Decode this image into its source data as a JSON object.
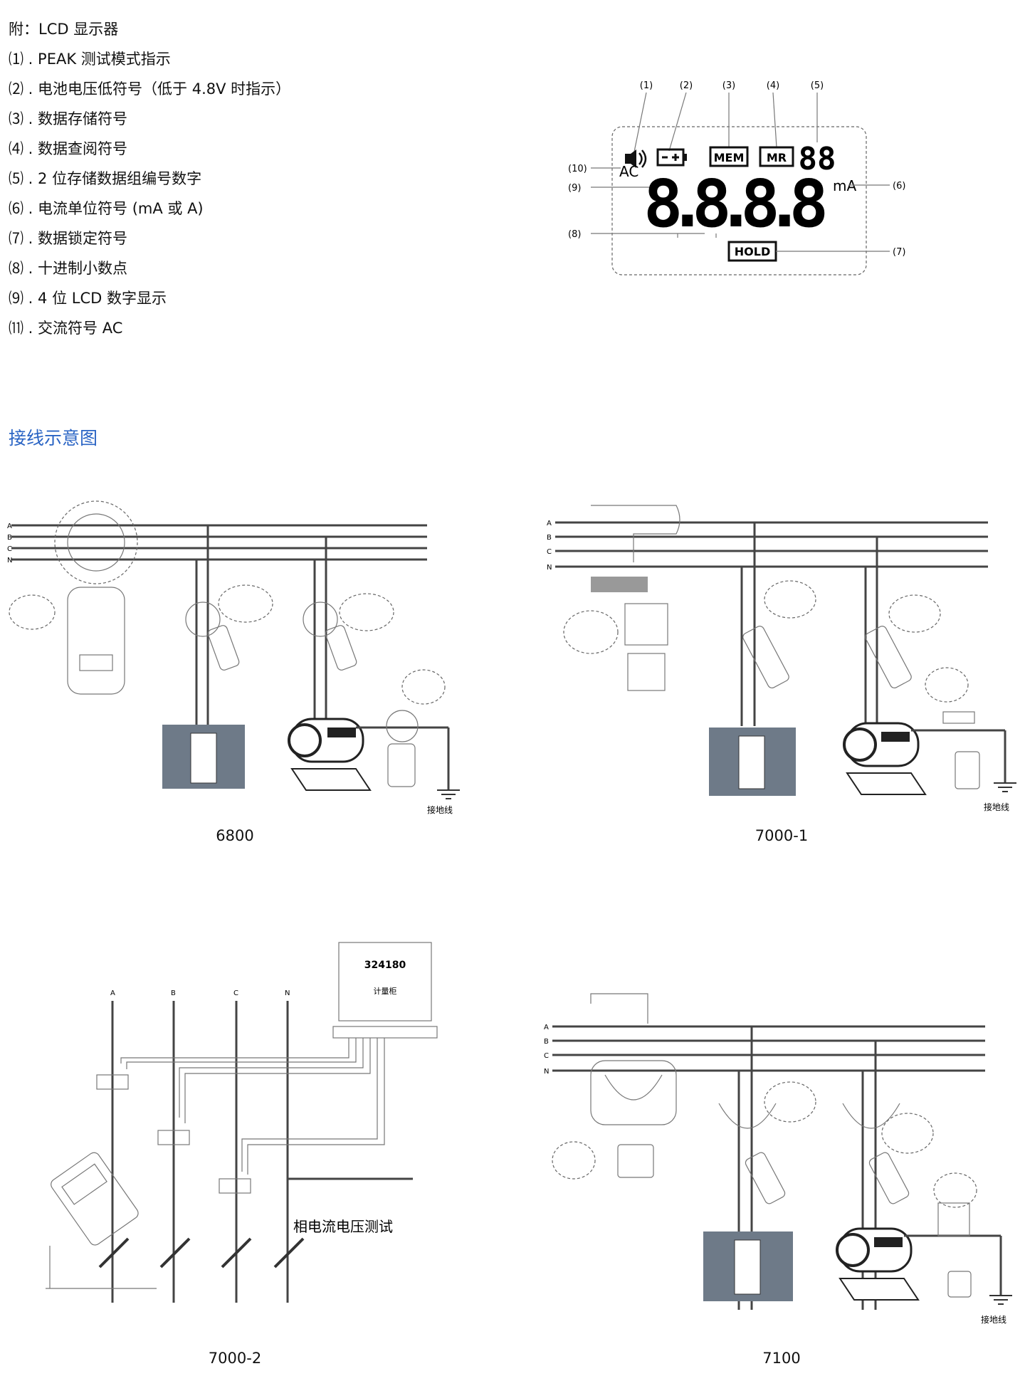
{
  "legend": {
    "heading": "附：LCD 显示器",
    "items": [
      {
        "num": "⑴",
        "text": "PEAK 测试模式指示"
      },
      {
        "num": "⑵",
        "text": "电池电压低符号（低于 4.8V 时指示）"
      },
      {
        "num": "⑶",
        "text": "数据存储符号"
      },
      {
        "num": "⑷",
        "text": "数据查阅符号"
      },
      {
        "num": "⑸",
        "text": "2 位存储数据组编号数字"
      },
      {
        "num": "⑹",
        "text": "电流单位符号 (mA 或 A)"
      },
      {
        "num": "⑺",
        "text": "数据锁定符号"
      },
      {
        "num": "⑻",
        "text": "十进制小数点"
      },
      {
        "num": "⑼",
        "text": "4 位 LCD 数字显示"
      },
      {
        "num": "⑾",
        "text": "交流符号 AC"
      }
    ]
  },
  "lcd": {
    "callouts_top": [
      "(1)",
      "(2)",
      "(3)",
      "(4)",
      "(5)"
    ],
    "callout_right_unit": "(6)",
    "callout_right_hold": "(7)",
    "callout_left_ac": "(10)",
    "callout_left_digits": "(9)",
    "callout_left_dp": "(8)",
    "mem": "MEM",
    "mr": "MR",
    "mem_digits": "88",
    "ac": "AC",
    "digits": "8.8.8.8",
    "unit": "mA",
    "hold": "HOLD"
  },
  "section_title": "接线示意图",
  "diagrams": [
    {
      "caption": "6800",
      "ground": "接地线"
    },
    {
      "caption": "7000-1",
      "ground": "接地线"
    },
    {
      "caption": "7000-2",
      "meter_reading": "324180",
      "meter_label": "计量柜",
      "note": "相电流电压测试",
      "phases": [
        "A",
        "B",
        "C",
        "N"
      ]
    },
    {
      "caption": "7100",
      "ground": "接地线"
    }
  ],
  "line_labels": [
    "A",
    "B",
    "C",
    "N"
  ],
  "colors": {
    "accent": "#2a64c4",
    "wall": "#6e7a88"
  }
}
